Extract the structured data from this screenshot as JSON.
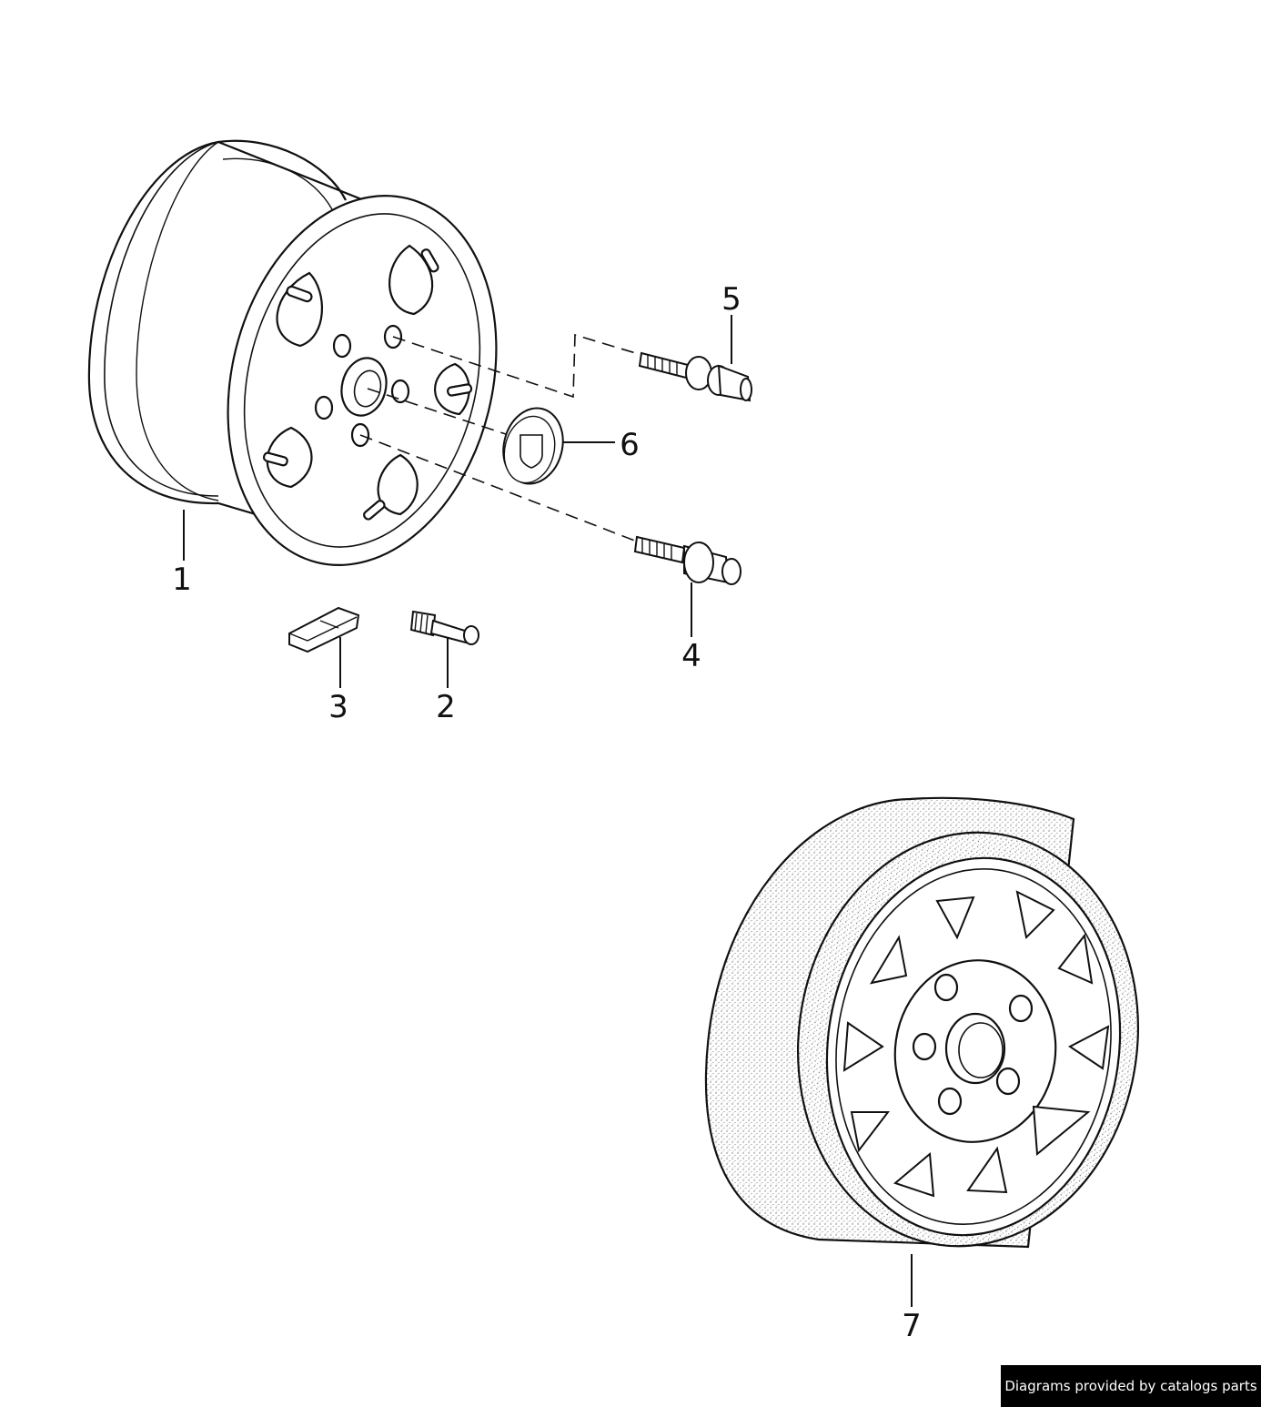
{
  "callouts": [
    {
      "id": "1",
      "label": "1"
    },
    {
      "id": "2",
      "label": "2"
    },
    {
      "id": "3",
      "label": "3"
    },
    {
      "id": "4",
      "label": "4"
    },
    {
      "id": "5",
      "label": "5"
    },
    {
      "id": "6",
      "label": "6"
    },
    {
      "id": "7",
      "label": "7"
    }
  ],
  "credit": "Diagrams provided by catalogs parts",
  "colors": {
    "line": "#111111",
    "background": "#ffffff",
    "tire_stipple": "#777777",
    "credit_bg": "#000000",
    "credit_text": "#ffffff"
  }
}
